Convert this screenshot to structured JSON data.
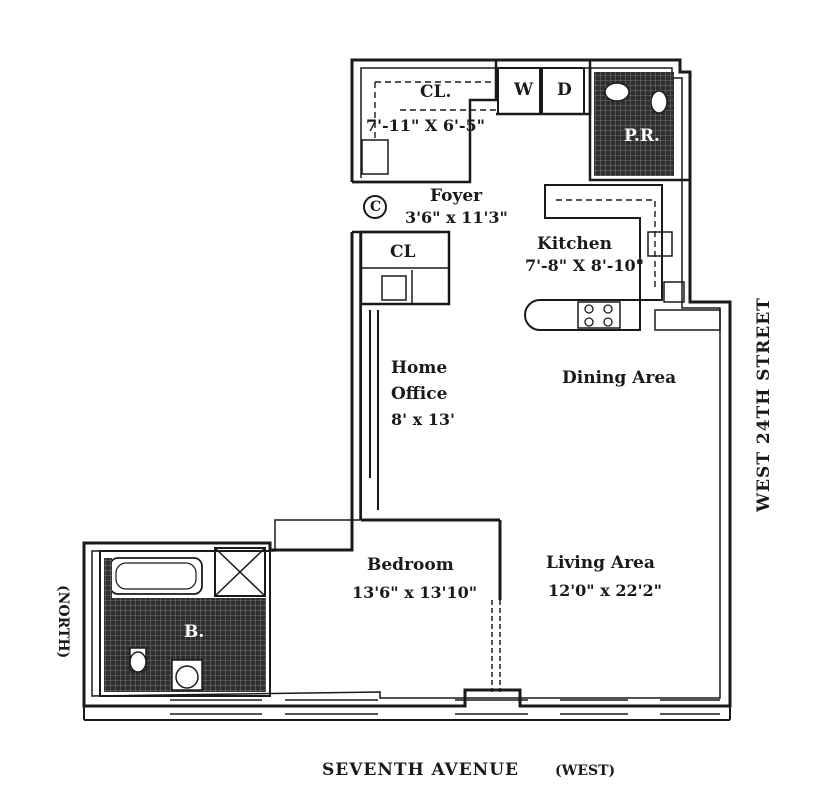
{
  "rooms": {
    "closet_top": {
      "name": "CL.",
      "dims": "7'-11\" X 6'-5\""
    },
    "washer": "W",
    "dryer": "D",
    "powder_room": "P.R.",
    "compass": "C",
    "foyer": {
      "name": "Foyer",
      "dims": "3'6\" x 11'3\""
    },
    "closet_small": "CL",
    "kitchen": {
      "name": "Kitchen",
      "dims": "7'-8\" X 8'-10\""
    },
    "home_office": {
      "name_line1": "Home",
      "name_line2": "Office",
      "dims": "8' x 13'"
    },
    "dining_area": "Dining Area",
    "bedroom": {
      "name": "Bedroom",
      "dims": "13'6\" x 13'10\""
    },
    "living_area": {
      "name": "Living Area",
      "dims": "12'0\" x 22'2\""
    },
    "bath": "B."
  },
  "streets": {
    "east_side": "WEST 24TH STREET",
    "bottom": "SEVENTH AVENUE",
    "bottom_direction": "(WEST)",
    "left_direction": "(NORTH)"
  },
  "colors": {
    "line": "#1a1a1a",
    "tile": "#3a3a3a",
    "background": "#ffffff"
  }
}
